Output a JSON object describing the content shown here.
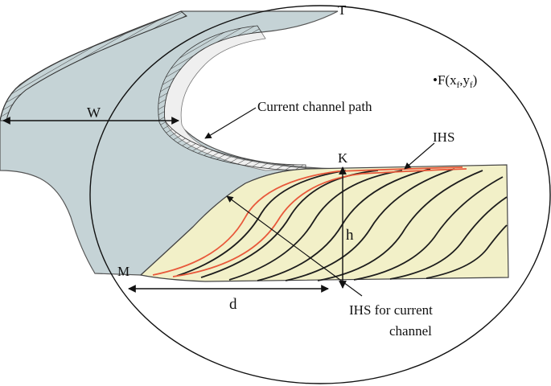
{
  "labels": {
    "top_point": "T",
    "width": "W",
    "current_channel_path": "Current channel path",
    "focus_prefix": "•F(x",
    "focus_sub_f1": "f",
    "focus_mid": ",y",
    "focus_sub_f2": "f",
    "focus_suffix": ")",
    "ihs": "IHS",
    "k_point": "K",
    "height": "h",
    "m_point": "M",
    "distance": "d",
    "ihs_current_line1": "IHS for current",
    "ihs_current_line2": "channel"
  },
  "colors": {
    "channel_fill": "#c5d3d6",
    "bar_fill": "#f2f0c8",
    "ihs_black": "#1d1d1d",
    "ihs_red": "#e8583a",
    "light_band": "#efefef"
  }
}
